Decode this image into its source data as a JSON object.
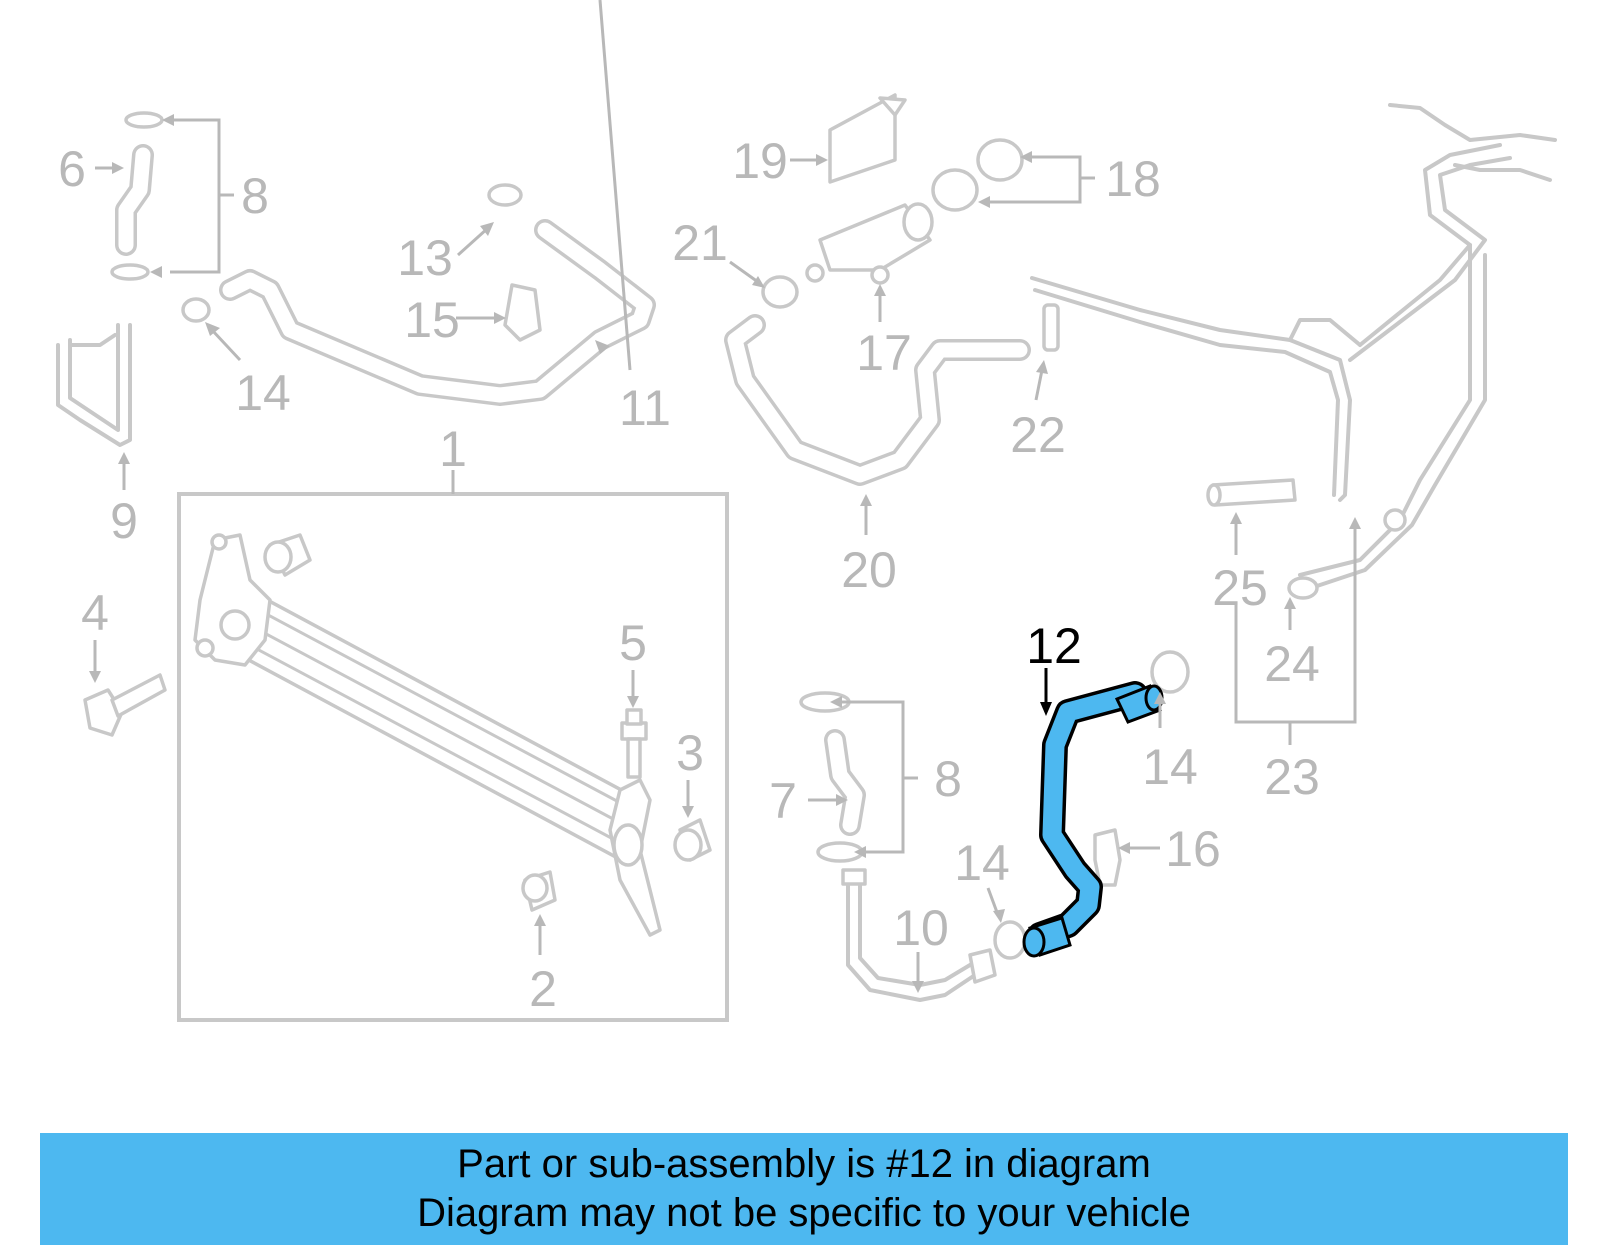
{
  "diagram": {
    "callouts": {
      "c1": "1",
      "c2": "2",
      "c3": "3",
      "c4": "4",
      "c5": "5",
      "c6": "6",
      "c7": "7",
      "c8a": "8",
      "c8b": "8",
      "c9": "9",
      "c10": "10",
      "c11": "11",
      "c12": "12",
      "c13": "13",
      "c14a": "14",
      "c14b": "14",
      "c14c": "14",
      "c15": "15",
      "c16": "16",
      "c17": "17",
      "c18": "18",
      "c19": "19",
      "c20": "20",
      "c21": "21",
      "c22": "22",
      "c23": "23",
      "c24": "24",
      "c25": "25"
    },
    "highlighted_part": "12",
    "colors": {
      "highlight": "#4db8f0",
      "linework": "#c8c8c8",
      "labels": "#b8b8b8"
    }
  },
  "banner": {
    "line1": "Part or sub-assembly is #12 in diagram",
    "line2": "Diagram may not be specific to your vehicle"
  }
}
